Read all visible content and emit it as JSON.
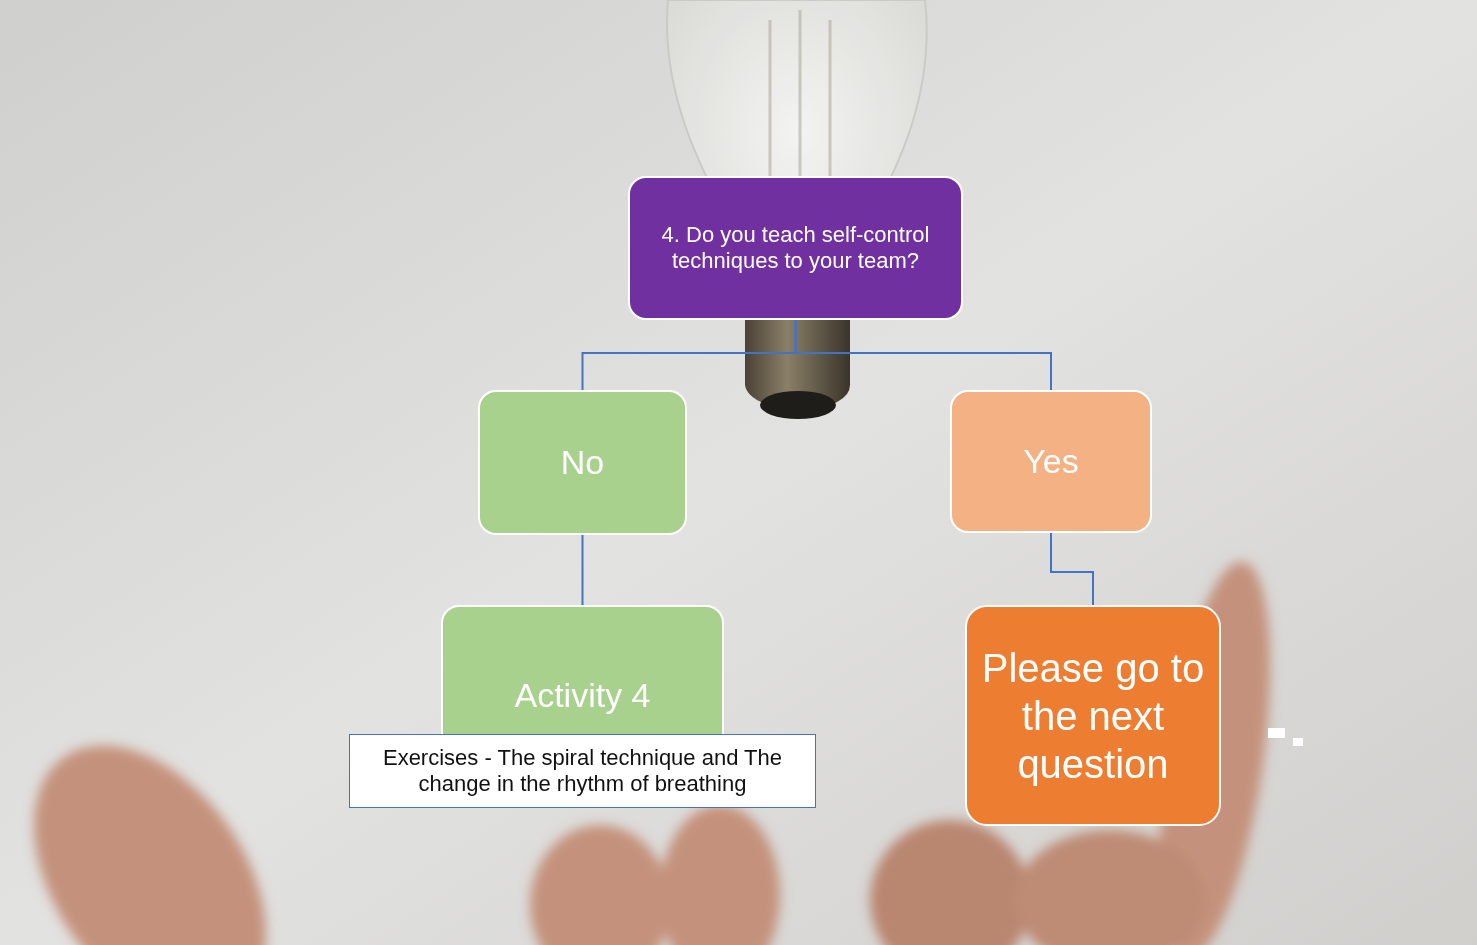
{
  "diagram": {
    "nodes": [
      {
        "text": [
          "4. Do you teach self-control techniques to your team?"
        ]
      },
      {
        "text": [
          "No"
        ]
      },
      {
        "text": [
          "Yes"
        ]
      },
      {
        "text": [
          "Activity 4"
        ]
      },
      {
        "text": [
          "Exercises - The spiral technique and The change in the rhythm of breathing"
        ]
      },
      {
        "text": [
          "Please go to the next question"
        ]
      }
    ],
    "edges": [
      {
        "from": 0,
        "to": 1,
        "arrow": "none"
      },
      {
        "from": 0,
        "to": 2,
        "arrow": "none"
      },
      {
        "from": 1,
        "to": 3,
        "arrow": "none"
      },
      {
        "from": 2,
        "to": 5,
        "arrow": "none"
      }
    ]
  }
}
